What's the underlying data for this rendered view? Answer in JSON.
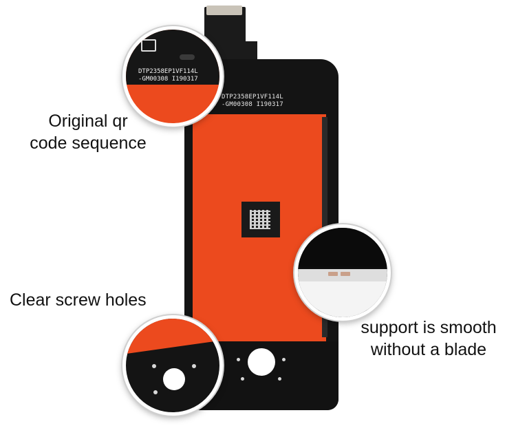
{
  "captions": {
    "qr_line1": "Original qr",
    "qr_line2": "code sequence",
    "screw_holes": "Clear screw holes",
    "support_line1": "support is smooth",
    "support_line2": "without a blade"
  },
  "part_label": {
    "line1": "DTP2358EP1VF114L",
    "line2": "-GM00308 I190317"
  },
  "colors": {
    "panel": "#ec4a1e",
    "frame": "#141414",
    "background": "#ffffff"
  },
  "icons": [
    "magnifier-circle"
  ]
}
